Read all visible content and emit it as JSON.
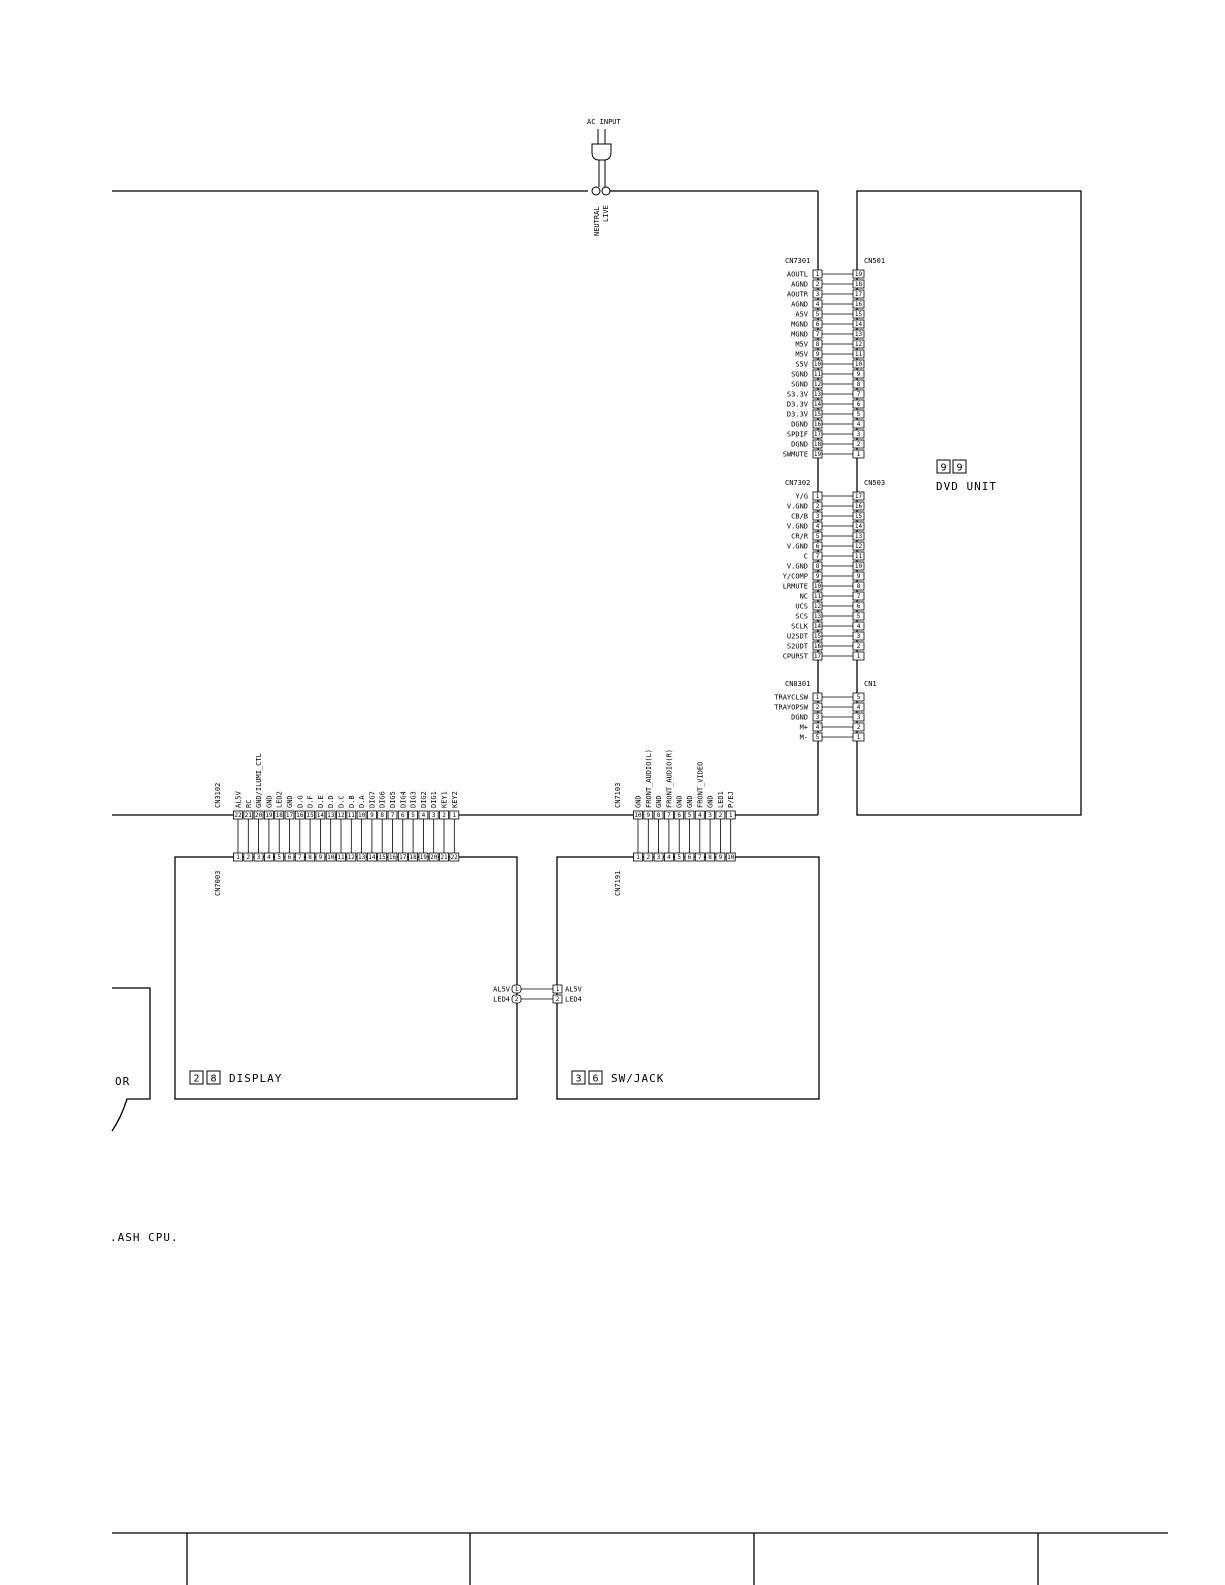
{
  "ac_input": {
    "label": "AC INPUT",
    "neutral": "NEUTRAL",
    "live": "LIVE"
  },
  "units": {
    "dvd": {
      "digits": [
        "9",
        "9"
      ],
      "name": "DVD UNIT"
    },
    "display": {
      "digits": [
        "2",
        "8"
      ],
      "name": "DISPLAY"
    },
    "swjack": {
      "digits": [
        "3",
        "6"
      ],
      "name": "SW/JACK"
    },
    "left_fragment": {
      "text": "OR"
    }
  },
  "connectors": {
    "cn7301": {
      "name": "CN7301",
      "mate": "CN501",
      "pins": [
        {
          "n": "1",
          "m": "19",
          "s": "AOUTL"
        },
        {
          "n": "2",
          "m": "18",
          "s": "AGND"
        },
        {
          "n": "3",
          "m": "17",
          "s": "AOUTR"
        },
        {
          "n": "4",
          "m": "16",
          "s": "AGND"
        },
        {
          "n": "5",
          "m": "15",
          "s": "A5V"
        },
        {
          "n": "6",
          "m": "14",
          "s": "MGND"
        },
        {
          "n": "7",
          "m": "13",
          "s": "MGND"
        },
        {
          "n": "8",
          "m": "12",
          "s": "M5V"
        },
        {
          "n": "9",
          "m": "11",
          "s": "M5V"
        },
        {
          "n": "10",
          "m": "10",
          "s": "S5V"
        },
        {
          "n": "11",
          "m": "9",
          "s": "SGND"
        },
        {
          "n": "12",
          "m": "8",
          "s": "SGND"
        },
        {
          "n": "13",
          "m": "7",
          "s": "S3.3V"
        },
        {
          "n": "14",
          "m": "6",
          "s": "D3.3V"
        },
        {
          "n": "15",
          "m": "5",
          "s": "D3.3V"
        },
        {
          "n": "16",
          "m": "4",
          "s": "DGND"
        },
        {
          "n": "17",
          "m": "3",
          "s": "SPDIF"
        },
        {
          "n": "18",
          "m": "2",
          "s": "DGND"
        },
        {
          "n": "19",
          "m": "1",
          "s": "SWMUTE"
        }
      ]
    },
    "cn7302": {
      "name": "CN7302",
      "mate": "CN503",
      "pins": [
        {
          "n": "1",
          "m": "17",
          "s": "Y/G"
        },
        {
          "n": "2",
          "m": "16",
          "s": "V.GND"
        },
        {
          "n": "3",
          "m": "15",
          "s": "CB/B"
        },
        {
          "n": "4",
          "m": "14",
          "s": "V.GND"
        },
        {
          "n": "5",
          "m": "13",
          "s": "CR/R"
        },
        {
          "n": "6",
          "m": "12",
          "s": "V.GND"
        },
        {
          "n": "7",
          "m": "11",
          "s": "C"
        },
        {
          "n": "8",
          "m": "10",
          "s": "V.GND"
        },
        {
          "n": "9",
          "m": "9",
          "s": "Y/COMP"
        },
        {
          "n": "10",
          "m": "8",
          "s": "LRMUTE"
        },
        {
          "n": "11",
          "m": "7",
          "s": "NC"
        },
        {
          "n": "12",
          "m": "6",
          "s": "UCS"
        },
        {
          "n": "13",
          "m": "5",
          "s": "SCS"
        },
        {
          "n": "14",
          "m": "4",
          "s": "SCLK"
        },
        {
          "n": "15",
          "m": "3",
          "s": "U2SDT"
        },
        {
          "n": "16",
          "m": "2",
          "s": "S2UDT"
        },
        {
          "n": "17",
          "m": "1",
          "s": "CPURST"
        }
      ]
    },
    "cn8301": {
      "name": "CN8301",
      "mate": "CN1",
      "pins": [
        {
          "n": "1",
          "m": "5",
          "s": "TRAYCLSW"
        },
        {
          "n": "2",
          "m": "4",
          "s": "TRAYOPSW"
        },
        {
          "n": "3",
          "m": "3",
          "s": "DGND"
        },
        {
          "n": "4",
          "m": "2",
          "s": "M+"
        },
        {
          "n": "5",
          "m": "1",
          "s": "M-"
        }
      ]
    },
    "cn3102": {
      "name": "CN3102",
      "mate": "CN7003",
      "pins": [
        {
          "t": "22",
          "b": "1",
          "s": "AL5V"
        },
        {
          "t": "21",
          "b": "2",
          "s": "RC"
        },
        {
          "t": "20",
          "b": "3",
          "s": "GND/ILUMI_CTL"
        },
        {
          "t": "19",
          "b": "4",
          "s": "GND"
        },
        {
          "t": "18",
          "b": "5",
          "s": "LED2"
        },
        {
          "t": "17",
          "b": "6",
          "s": "GND"
        },
        {
          "t": "16",
          "b": "7",
          "s": "D.G"
        },
        {
          "t": "15",
          "b": "8",
          "s": "D.F"
        },
        {
          "t": "14",
          "b": "9",
          "s": "D.E"
        },
        {
          "t": "13",
          "b": "10",
          "s": "D.D"
        },
        {
          "t": "12",
          "b": "11",
          "s": "D.C"
        },
        {
          "t": "11",
          "b": "12",
          "s": "D.B"
        },
        {
          "t": "10",
          "b": "13",
          "s": "D.A"
        },
        {
          "t": "9",
          "b": "14",
          "s": "DIG7"
        },
        {
          "t": "8",
          "b": "15",
          "s": "DIG6"
        },
        {
          "t": "7",
          "b": "16",
          "s": "DIG5"
        },
        {
          "t": "6",
          "b": "17",
          "s": "DIG4"
        },
        {
          "t": "5",
          "b": "18",
          "s": "DIG3"
        },
        {
          "t": "4",
          "b": "19",
          "s": "DIG2"
        },
        {
          "t": "3",
          "b": "20",
          "s": "DIG1"
        },
        {
          "t": "2",
          "b": "21",
          "s": "KEY1"
        },
        {
          "t": "1",
          "b": "22",
          "s": "KEY2"
        }
      ]
    },
    "cn7103": {
      "name": "CN7103",
      "mate": "CN7191",
      "pins": [
        {
          "t": "10",
          "b": "1",
          "s": "GND"
        },
        {
          "t": "9",
          "b": "2",
          "s": "FRONT_AUDIO(L)"
        },
        {
          "t": "8",
          "b": "3",
          "s": "GND"
        },
        {
          "t": "7",
          "b": "4",
          "s": "FRONT_AUDIO(R)"
        },
        {
          "t": "6",
          "b": "5",
          "s": "GND"
        },
        {
          "t": "5",
          "b": "6",
          "s": "GND"
        },
        {
          "t": "4",
          "b": "7",
          "s": "FRONT_VIDEO"
        },
        {
          "t": "3",
          "b": "8",
          "s": "GND"
        },
        {
          "t": "2",
          "b": "9",
          "s": "LED1"
        },
        {
          "t": "1",
          "b": "10",
          "s": "P/EJ"
        }
      ]
    },
    "display_swjack_link": {
      "pins": [
        {
          "l": "1",
          "r": "1",
          "s": "AL5V"
        },
        {
          "l": "2",
          "r": "2",
          "s": "LED4"
        }
      ]
    }
  },
  "fragment_text": ".ASH CPU."
}
